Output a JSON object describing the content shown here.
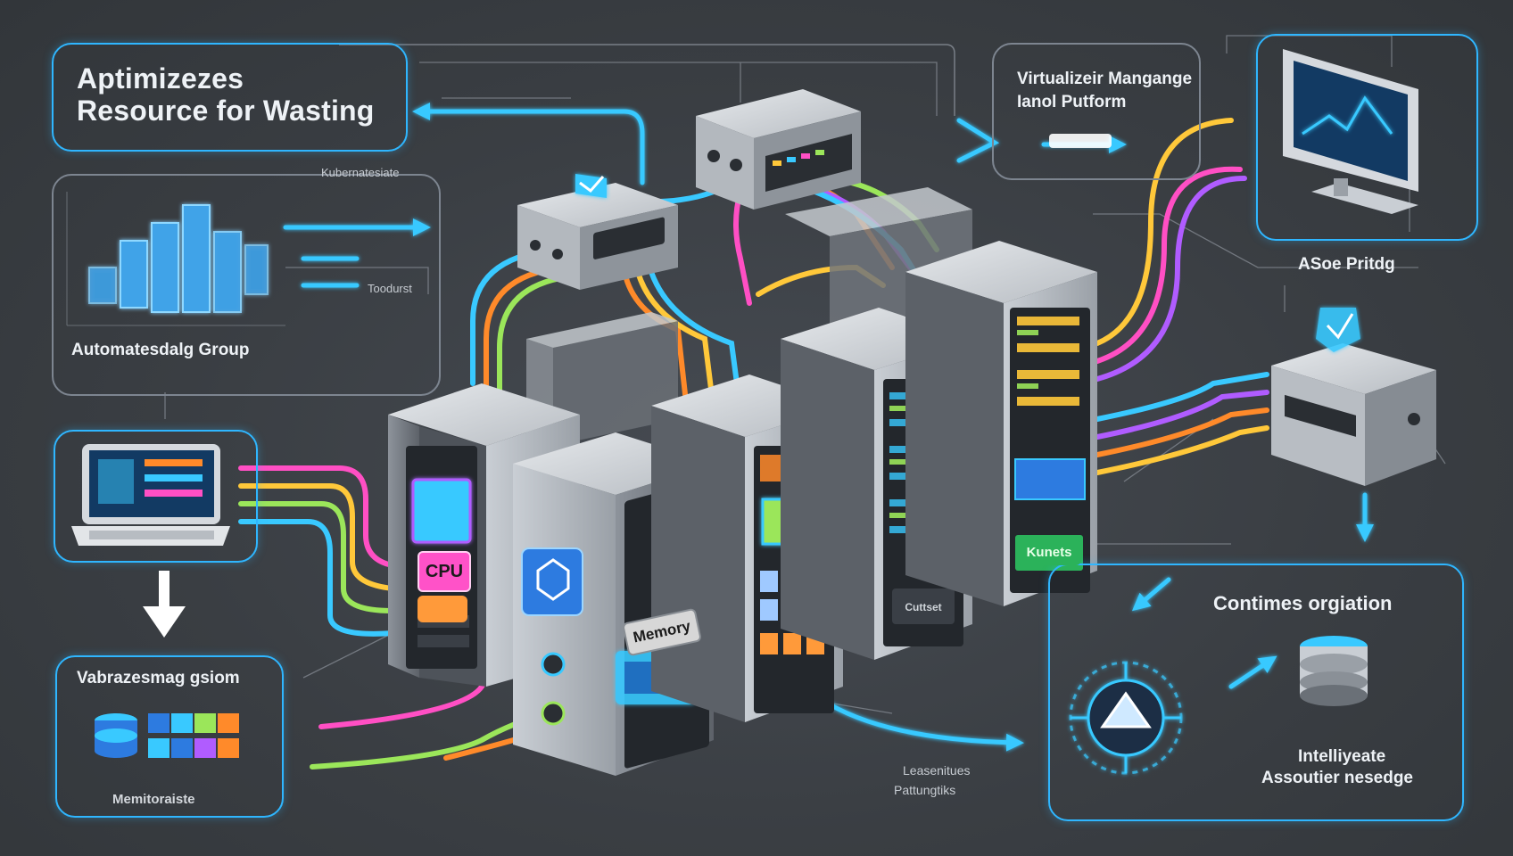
{
  "title": {
    "line1": "Aptimizezes",
    "line2": "Resource for Wasting"
  },
  "labels": {
    "kubernetes_small": "Kubernatesiate",
    "toolbar_small": "Toodurst",
    "automated_group": "Automatesdalg Group",
    "virtual_line1": "Virtualizeir Mangange",
    "virtual_line2": "Ianol Putform",
    "asoe": "ASoe Pritdg",
    "continues": "Contimes orgiation",
    "intelli_line1": "Intelliyeate",
    "intelli_line2": "Assoutier nesedge",
    "viber": "Vabrazesmag gsiom",
    "monitor": "Memitoraiste",
    "lease_line1": "Leasenitues",
    "lease_line2": "Pattungtiks",
    "cpu": "CPU",
    "memory": "Memory",
    "kunets": "Kunets",
    "cluster": "Cuttset"
  },
  "colors": {
    "panel_border": "#2fb6ff",
    "accent_cyan": "#39c9ff",
    "cable_orange": "#ff8a2a",
    "cable_pink": "#ff4fc4",
    "cable_green": "#9be65a",
    "cable_yellow": "#ffc83a",
    "cable_purple": "#b05cff",
    "chip_cpu": "#ff52c8",
    "chip_memory": "#d7d7d7"
  },
  "icons": [
    "bar-chart-icon",
    "laptop-dashboard-icon",
    "monitor-chart-icon",
    "database-icon",
    "kubernetes-icon",
    "shield-icon",
    "box-icon"
  ]
}
